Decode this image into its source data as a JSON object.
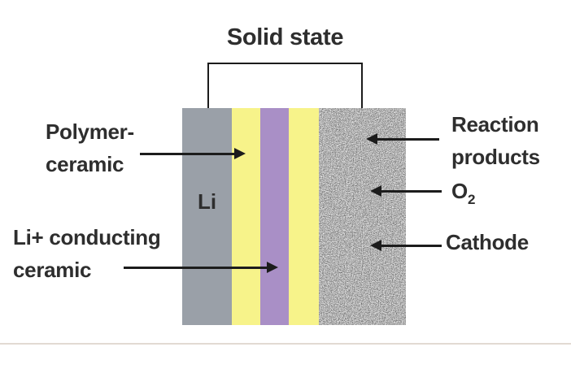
{
  "diagram": {
    "bracket_label": "Solid state",
    "anode_label": "Li",
    "annotations": {
      "polymer_ceramic": {
        "line1": "Polymer-",
        "line2": "ceramic"
      },
      "li_conducting_ceramic": {
        "line1": "Li+ conducting",
        "line2": "ceramic"
      },
      "reaction_products": {
        "line1": "Reaction",
        "line2": "products"
      },
      "o2": {
        "base": "O",
        "sub": "2"
      },
      "cathode": {
        "label": "Cathode"
      }
    },
    "layers": [
      {
        "name": "lithium-anode",
        "label": "Li",
        "color": "#9aa0a8"
      },
      {
        "name": "polymer-ceramic-left",
        "color": "#f7f38a"
      },
      {
        "name": "li-conducting-ceramic",
        "color": "#a98fc6"
      },
      {
        "name": "polymer-ceramic-right",
        "color": "#f7f38a"
      },
      {
        "name": "cathode",
        "texture": "speckled-noise"
      }
    ]
  },
  "colors": {
    "background": "#ffffff",
    "text": "#2e2e2e",
    "arrow": "#1c1c1c",
    "li-gray": "#9aa0a8",
    "polymer-yellow": "#f7f38a",
    "ceramic-purple": "#a98fc6",
    "divider": "#e2dad3"
  }
}
